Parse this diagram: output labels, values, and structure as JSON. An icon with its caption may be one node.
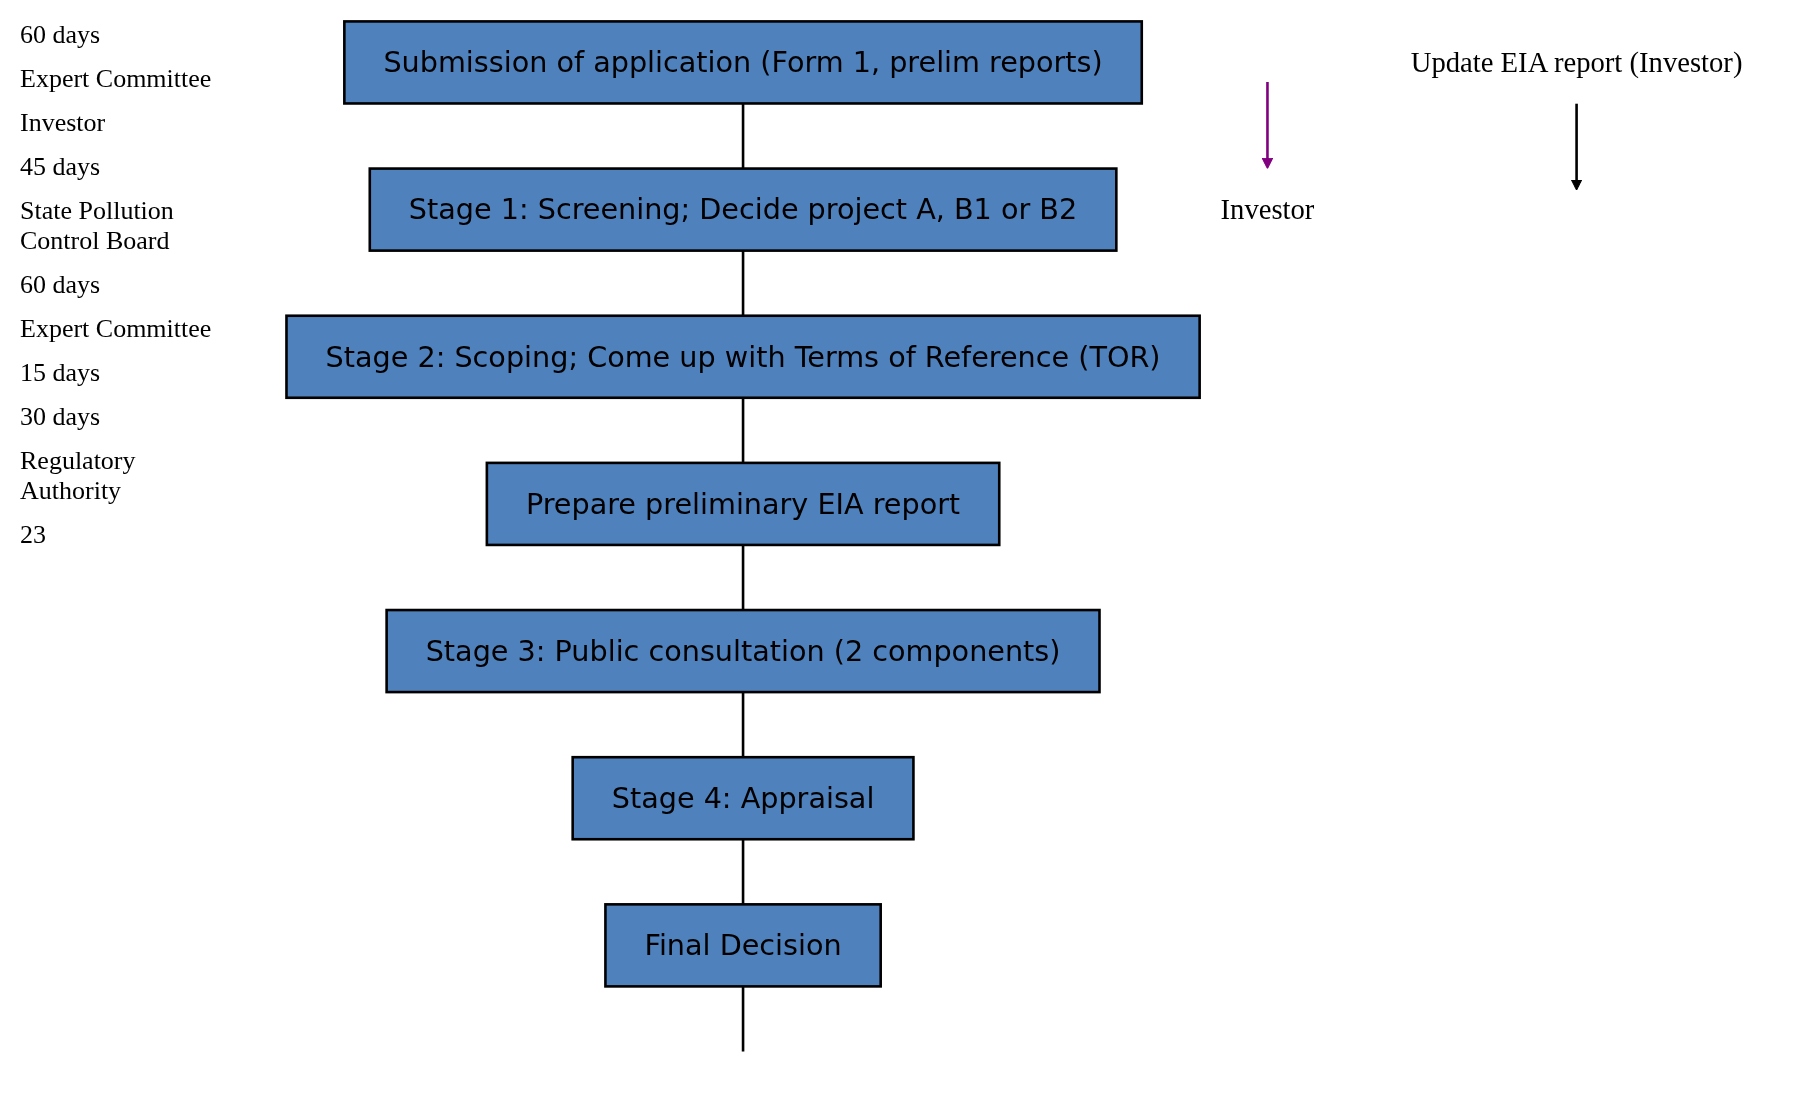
{
  "diagram": {
    "nodes": [
      {
        "text": [
          "Submission of application (Form 1, prelim reports)"
        ]
      },
      {
        "text": [
          "Stage 1: Screening; Decide project A, B1 or B2"
        ]
      },
      {
        "text": [
          "Stage 2: Scoping; Come up with Terms of Reference (TOR)"
        ]
      },
      {
        "text": [
          "Prepare preliminary EIA report"
        ]
      },
      {
        "text": [
          "Stage 3: Public consultation (2 components)"
        ]
      },
      {
        "text": [
          "Stage 4: Appraisal"
        ]
      },
      {
        "text": [
          "Update EIA report (Investor)"
        ]
      },
      {
        "text": [
          "Final Decision"
        ]
      },
      {
        "text": [
          "Investor"
        ]
      }
    ],
    "edges": [
      {
        "from": null,
        "to": 8,
        "arrow": "to",
        "color": "#800080"
      },
      {
        "from": 0,
        "to": 1,
        "arrow": "none"
      },
      {
        "from": 1,
        "to": 2,
        "arrow": "none"
      },
      {
        "from": 2,
        "to": 3,
        "arrow": "none"
      },
      {
        "from": 3,
        "to": 4,
        "arrow": "none"
      },
      {
        "from": 4,
        "to": 5,
        "arrow": "none"
      },
      {
        "from": 6,
        "to": null,
        "arrow": "to"
      },
      {
        "from": 5,
        "to": 7,
        "arrow": "none"
      },
      {
        "from": 7,
        "to": null,
        "arrow": "none"
      }
    ],
    "labels": [
      "60 days",
      "Expert Committee",
      "Investor",
      "45 days",
      "State Pollution Control Board",
      "60 days",
      "Expert Committee",
      "15 days",
      "30 days",
      "Regulatory Authority",
      "23"
    ]
  }
}
